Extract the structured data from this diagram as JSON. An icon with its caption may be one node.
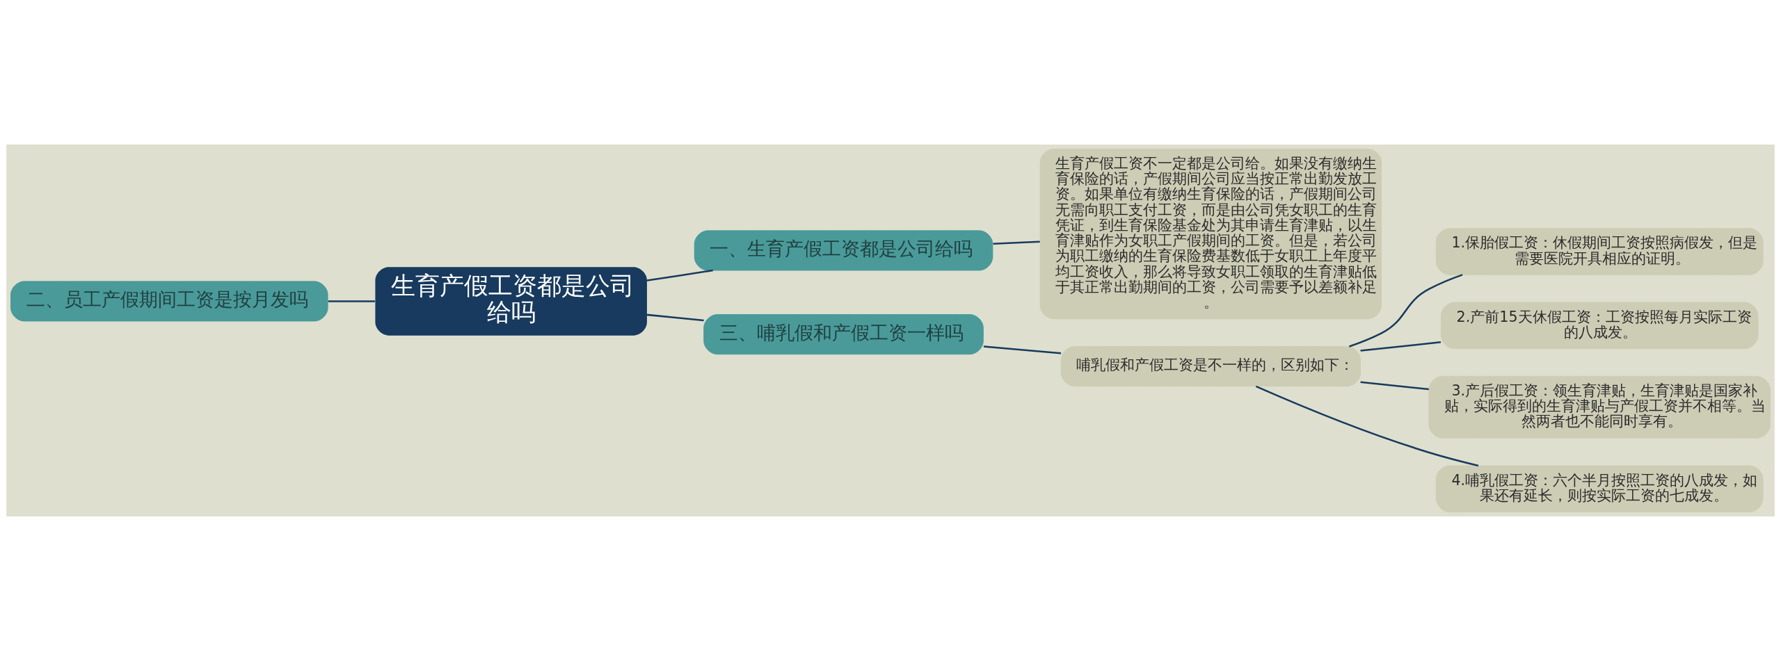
{
  "diagram": {
    "nodes": [
      {
        "text": [
          "生育产假工资都是公司给吗"
        ]
      },
      {
        "text": [
          "一、生育产假工资都是公司给吗"
        ]
      },
      {
        "text": [
          "生育产假工资不一定都是公司给。如果没有缴纳生育保险的话，产假期间公司应当按正常出勤发放工资。如果单位有缴纳生育保险的话，产假期间公司无需向职工支付工资，而是由公司凭女职工的生育凭证，到生育保险基金处为其申请生育津贴，以生育津贴作为女职工产假期间的工资。但是，若公司为职工缴纳的生育保险费基数低于女职工上年度平均工资收入，那么将导致女职工领取的生育津贴低于其正常出勤期间的工资，公司需要予以差额补足。"
        ]
      },
      {
        "text": [
          "二、员工产假期间工资是按月发吗"
        ]
      },
      {
        "text": [
          "三、哺乳假和产假工资一样吗"
        ]
      },
      {
        "text": [
          "哺乳假和产假工资是不一样的，区别如下："
        ]
      },
      {
        "text": [
          "1.保胎假工资：休假期间工资按照病假发，但是需要医院开具相应的证明。"
        ]
      },
      {
        "text": [
          "2.产前15天休假工资：工资按照每月实际工资的八成发。"
        ]
      },
      {
        "text": [
          "3.产后假工资：领生育津贴，生育津贴是国家补贴，实际得到的生育津贴与产假工资并不相等。当然两者也不能同时享有。"
        ]
      },
      {
        "text": [
          "4.哺乳假工资：六个半月按照工资的八成发，如果还有延长，则按实际工资的七成发。"
        ]
      }
    ],
    "edges": [
      {
        "from": 0,
        "to": 1,
        "arrow": "none"
      },
      {
        "from": 1,
        "to": 2,
        "arrow": "none"
      },
      {
        "from": 3,
        "to": 0,
        "arrow": "none"
      },
      {
        "from": 0,
        "to": 4,
        "arrow": "none"
      },
      {
        "from": 4,
        "to": 5,
        "arrow": "none"
      },
      {
        "from": 5,
        "to": 6,
        "arrow": "none"
      },
      {
        "from": 5,
        "to": 7,
        "arrow": "none"
      },
      {
        "from": 5,
        "to": 8,
        "arrow": "none"
      },
      {
        "from": 5,
        "to": 9,
        "arrow": "none"
      }
    ]
  }
}
